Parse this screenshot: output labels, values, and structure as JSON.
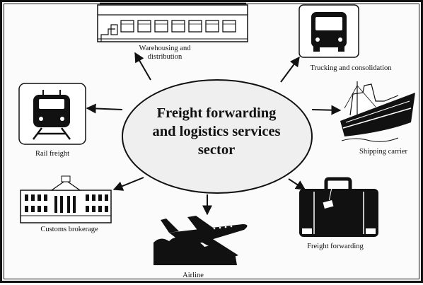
{
  "center": {
    "line1": "Freight forwarding",
    "line2": "and logistics services",
    "line3": "sector"
  },
  "nodes": {
    "warehousing": {
      "label_line1": "Warehousing and",
      "label_line2": "distribution",
      "icon": "warehouse-icon"
    },
    "trucking": {
      "label": "Trucking and consolidation",
      "icon": "truck-icon"
    },
    "shipping": {
      "label": "Shipping carrier",
      "icon": "ship-icon"
    },
    "freight_forwarding": {
      "label": "Freight forwarding",
      "icon": "suitcase-icon"
    },
    "airline": {
      "label": "Airline",
      "icon": "airplane-icon"
    },
    "customs": {
      "label": "Customs brokerage",
      "icon": "customs-building-icon"
    },
    "rail": {
      "label": "Rail freight",
      "icon": "train-icon"
    }
  },
  "colors": {
    "ink": "#111111",
    "ellipse_fill": "#efefef",
    "background": "#fbfbfb"
  }
}
